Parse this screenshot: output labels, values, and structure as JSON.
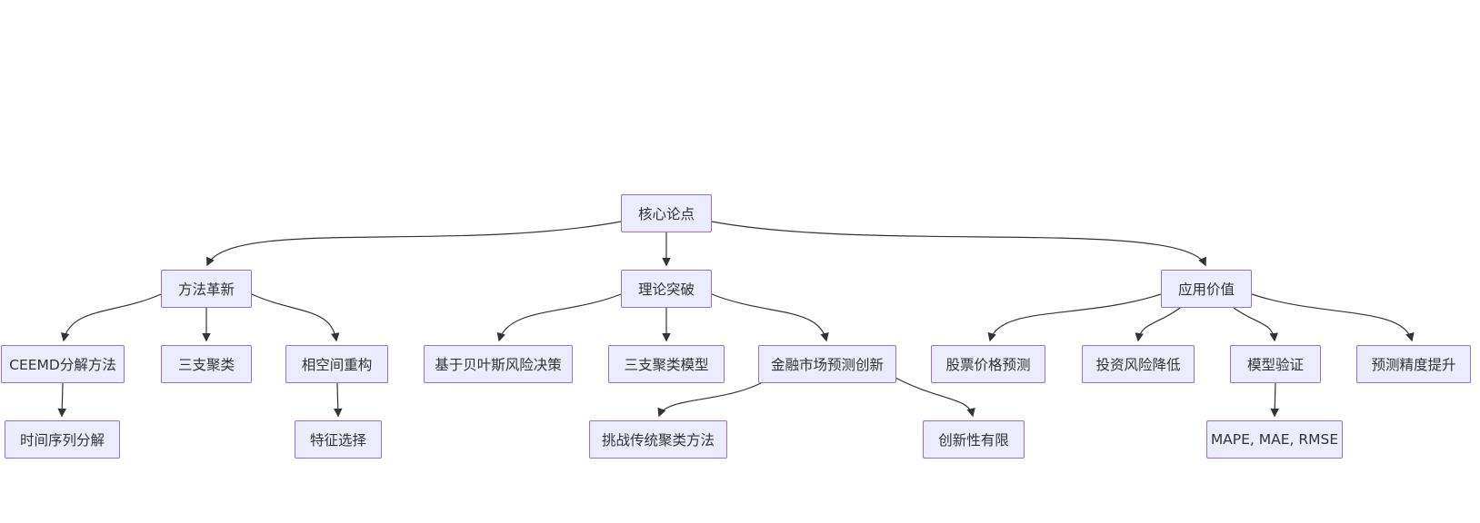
{
  "diagram": {
    "type": "flowchart-top-down",
    "background_color": "#ffffff",
    "node_fill_color": "#ECECFF",
    "node_border_color": "#9370DB",
    "node_text_color": "#333333",
    "edge_color": "#333333",
    "nodes": [
      {
        "id": "core-thesis",
        "label": "核心论点",
        "level": 0
      },
      {
        "id": "method-innovation",
        "label": "方法革新",
        "level": 1
      },
      {
        "id": "theoretical-breakthrough",
        "label": "理论突破",
        "level": 1
      },
      {
        "id": "application-value",
        "label": "应用价值",
        "level": 1
      },
      {
        "id": "ceemd-decomposition",
        "label": "CEEMD分解方法",
        "level": 2
      },
      {
        "id": "three-way-clustering",
        "label": "三支聚类",
        "level": 2
      },
      {
        "id": "phase-space-reconstruction",
        "label": "相空间重构",
        "level": 2
      },
      {
        "id": "bayesian-risk-decision",
        "label": "基于贝叶斯风险决策",
        "level": 2
      },
      {
        "id": "three-way-clustering-model",
        "label": "三支聚类模型",
        "level": 2
      },
      {
        "id": "financial-market-forecast-innovation",
        "label": "金融市场预测创新",
        "level": 2
      },
      {
        "id": "stock-price-prediction",
        "label": "股票价格预测",
        "level": 2
      },
      {
        "id": "investment-risk-reduction",
        "label": "投资风险降低",
        "level": 2
      },
      {
        "id": "model-validation",
        "label": "模型验证",
        "level": 2
      },
      {
        "id": "forecast-precision-improvement",
        "label": "预测精度提升",
        "level": 2
      },
      {
        "id": "time-series-decomposition",
        "label": "时间序列分解",
        "level": 3
      },
      {
        "id": "feature-selection",
        "label": "特征选择",
        "level": 3
      },
      {
        "id": "challenge-traditional-clustering",
        "label": "挑战传统聚类方法",
        "level": 3
      },
      {
        "id": "limited-innovation",
        "label": "创新性有限",
        "level": 3
      },
      {
        "id": "mape-mae-rmse",
        "label": "MAPE, MAE, RMSE",
        "level": 3
      }
    ],
    "edges": [
      {
        "from": "core-thesis",
        "to": "method-innovation"
      },
      {
        "from": "core-thesis",
        "to": "theoretical-breakthrough"
      },
      {
        "from": "core-thesis",
        "to": "application-value"
      },
      {
        "from": "method-innovation",
        "to": "ceemd-decomposition"
      },
      {
        "from": "method-innovation",
        "to": "three-way-clustering"
      },
      {
        "from": "method-innovation",
        "to": "phase-space-reconstruction"
      },
      {
        "from": "theoretical-breakthrough",
        "to": "bayesian-risk-decision"
      },
      {
        "from": "theoretical-breakthrough",
        "to": "three-way-clustering-model"
      },
      {
        "from": "theoretical-breakthrough",
        "to": "financial-market-forecast-innovation"
      },
      {
        "from": "application-value",
        "to": "stock-price-prediction"
      },
      {
        "from": "application-value",
        "to": "investment-risk-reduction"
      },
      {
        "from": "application-value",
        "to": "model-validation"
      },
      {
        "from": "application-value",
        "to": "forecast-precision-improvement"
      },
      {
        "from": "ceemd-decomposition",
        "to": "time-series-decomposition"
      },
      {
        "from": "phase-space-reconstruction",
        "to": "feature-selection"
      },
      {
        "from": "financial-market-forecast-innovation",
        "to": "challenge-traditional-clustering"
      },
      {
        "from": "financial-market-forecast-innovation",
        "to": "limited-innovation"
      },
      {
        "from": "model-validation",
        "to": "mape-mae-rmse"
      }
    ]
  }
}
